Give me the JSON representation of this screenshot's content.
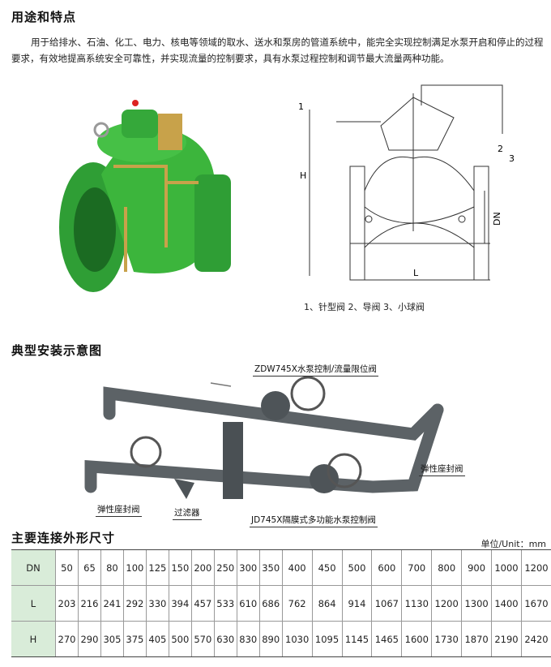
{
  "section1": {
    "title": "用途和特点",
    "paragraph": "用于给排水、石油、化工、电力、核电等领域的取水、送水和泵房的管道系统中，能完全实现控制满足水泵开启和停止的过程要求，有效地提高系统安全可靠性，并实现流量的控制要求，具有水泵过程控制和调节最大流量两种功能。"
  },
  "drawing": {
    "labels": {
      "one": "1",
      "two": "2",
      "three": "3",
      "h": "H",
      "l": "L",
      "dn": "DN"
    },
    "caption": "1、针型阀  2、导阀  3、小球阀"
  },
  "section2": {
    "title": "典型安装示意图",
    "labels": {
      "top_valve": "ZDW745X水泵控制/流量限位阀",
      "seal_left": "弹性座封阀",
      "filter": "过滤器",
      "bottom_valve": "JD745X隔膜式多功能水泵控制阀",
      "seal_right": "弹性座封阀"
    }
  },
  "section3": {
    "title": "主要连接外形尺寸",
    "unit": "单位/Unit：mm",
    "rows": [
      {
        "head": "DN",
        "values": [
          "50",
          "65",
          "80",
          "100",
          "125",
          "150",
          "200",
          "250",
          "300",
          "350",
          "400",
          "450",
          "500",
          "600",
          "700",
          "800",
          "900",
          "1000",
          "1200"
        ]
      },
      {
        "head": "L",
        "values": [
          "203",
          "216",
          "241",
          "292",
          "330",
          "394",
          "457",
          "533",
          "610",
          "686",
          "762",
          "864",
          "914",
          "1067",
          "1130",
          "1200",
          "1300",
          "1400",
          "1670"
        ]
      },
      {
        "head": "H",
        "values": [
          "270",
          "290",
          "305",
          "375",
          "405",
          "500",
          "570",
          "630",
          "830",
          "890",
          "1030",
          "1095",
          "1145",
          "1465",
          "1600",
          "1730",
          "1870",
          "2190",
          "2420"
        ]
      }
    ]
  },
  "colors": {
    "valve_green": "#3cb53c",
    "brass": "#c8a24a",
    "pipe": "#5c6266",
    "table_head": "#d9ecd9"
  }
}
